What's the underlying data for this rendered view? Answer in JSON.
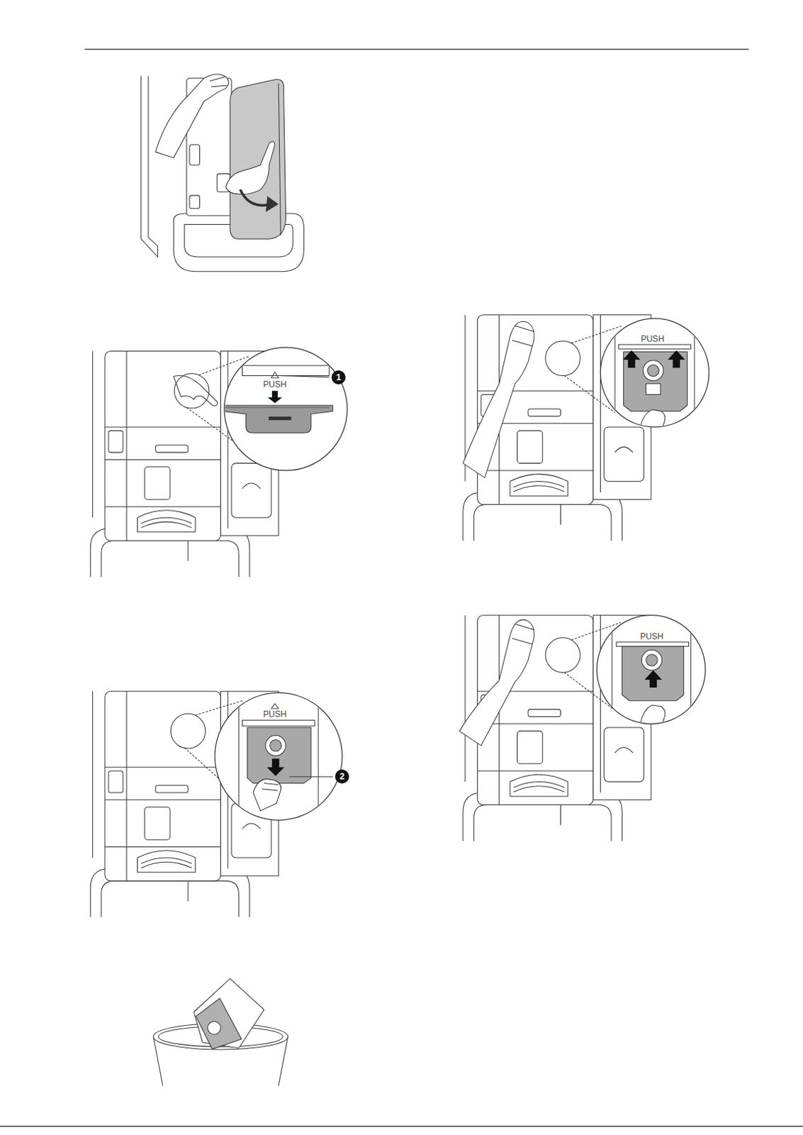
{
  "diagram": {
    "labels": [
      "PUSH",
      "1",
      "PUSH",
      "2",
      "PUSH",
      "PUSH"
    ]
  }
}
